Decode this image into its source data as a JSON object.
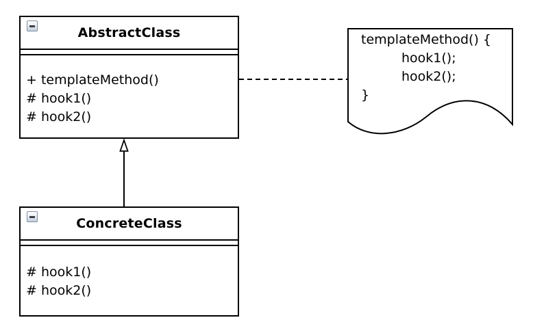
{
  "diagram_type": "uml-class-diagram",
  "classes": [
    {
      "title": "AbstractClass",
      "methods": [
        "+ templateMethod()",
        "# hook1()",
        "# hook2()"
      ]
    },
    {
      "title": "ConcreteClass",
      "methods": [
        "# hook1()",
        "# hook2()"
      ]
    }
  ],
  "note": {
    "lines": [
      "templateMethod() {",
      "hook1();",
      "hook2();",
      "}"
    ]
  },
  "relationships": {
    "generalization": "ConcreteClass --|> AbstractClass",
    "note_anchor": "AbstractClass .. note (dashed)"
  },
  "icons": {
    "collapse": "minus-icon"
  },
  "colors": {
    "background": "#ffffff",
    "line": "#000000",
    "text": "#000000",
    "icon_border": "#7e8ea0",
    "icon_gradient_top": "#fdfeff",
    "icon_gradient_bottom": "#c2cedb",
    "icon_minus": "#3b4046"
  }
}
